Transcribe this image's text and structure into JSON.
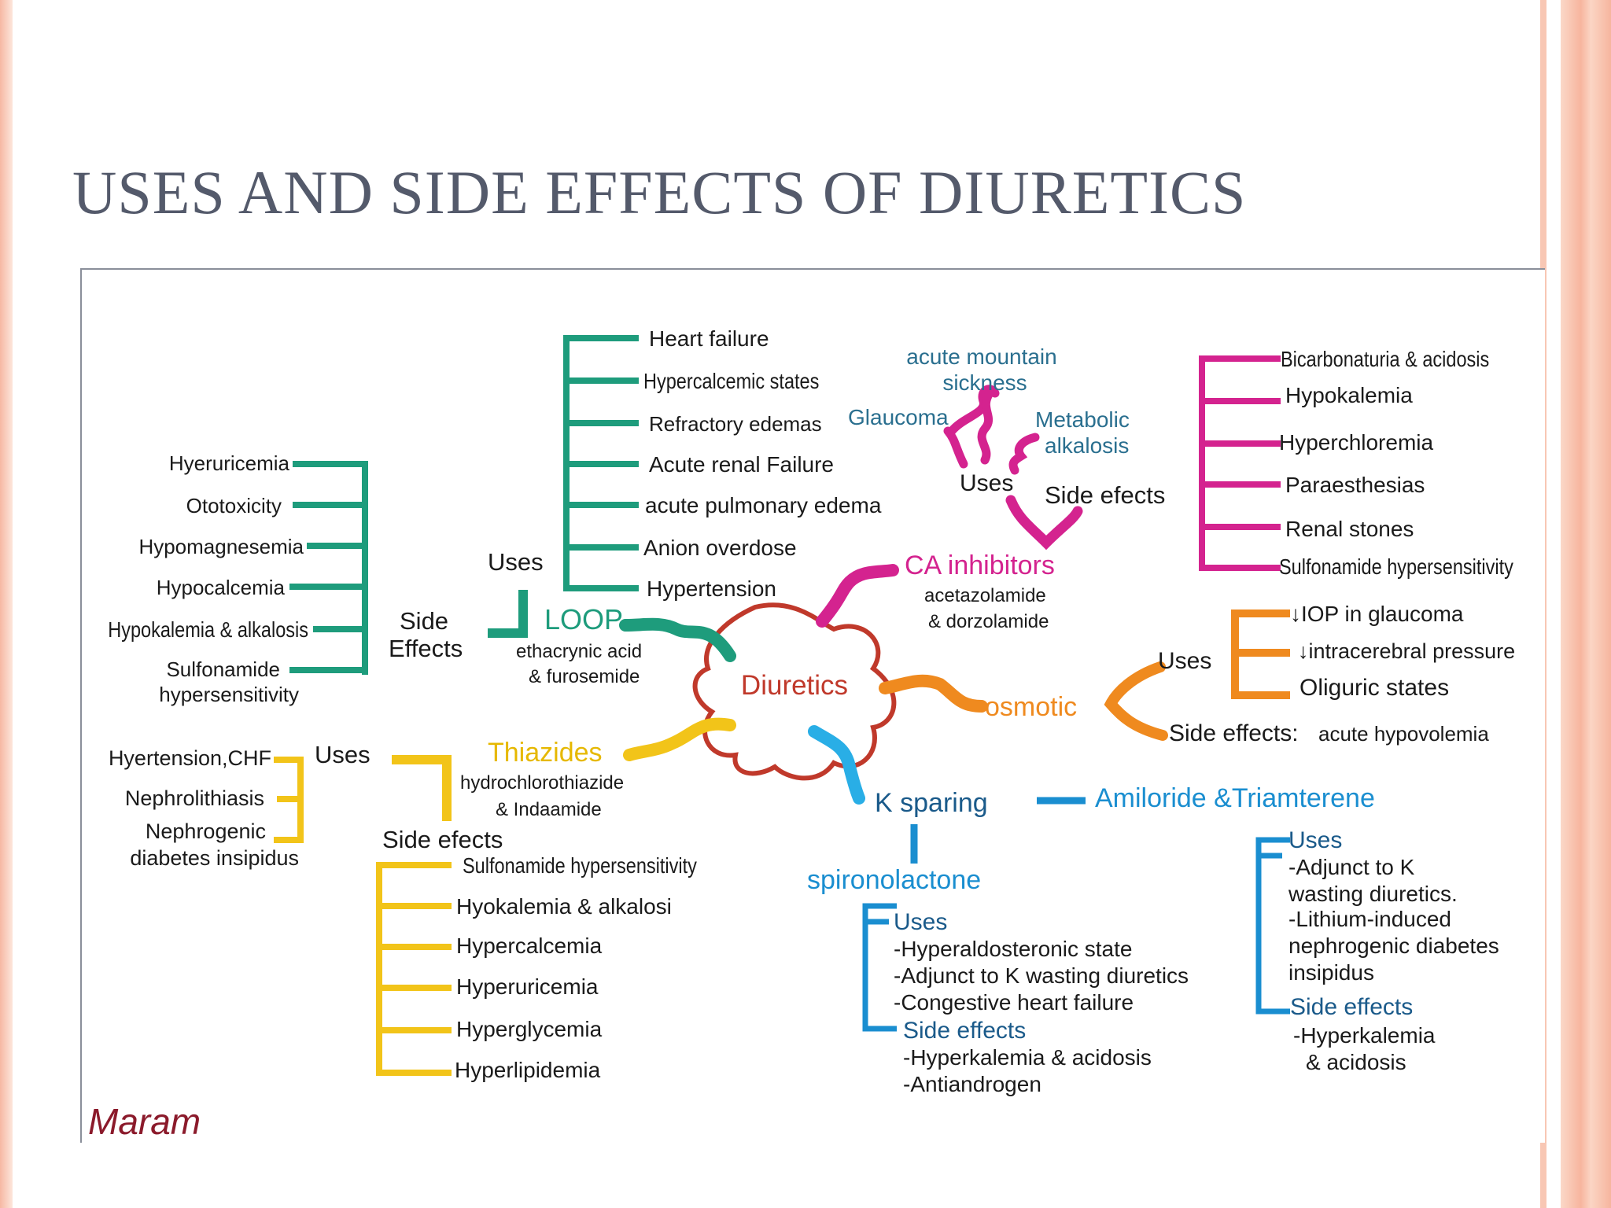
{
  "title": "USES AND SIDE EFFECTS OF DIURETICS",
  "colors": {
    "loop": "#1e9c7c",
    "ca": "#d4238f",
    "osmotic": "#ef8a1f",
    "thiazide": "#f2c419",
    "ksparing": "#1a8ed0",
    "center": "#c0392b",
    "text": "#1a1a1a",
    "teal_text": "#2a6f8f"
  },
  "center": {
    "label": "Diuretics"
  },
  "loop": {
    "name": "LOOP",
    "drugs_line1": "ethacrynic acid",
    "drugs_line2": "& furosemide",
    "uses_label": "Uses",
    "uses": [
      "Heart failure",
      "Hypercalcemic states",
      "Refractory edemas",
      "Acute renal Failure",
      "acute pulmonary edema",
      "Anion overdose",
      "Hypertension"
    ],
    "side_label_line1": "Side",
    "side_label_line2": "Effects",
    "side_effects": [
      "Hyeruricemia",
      "Ototoxicity",
      "Hypomagnesemia",
      "Hypocalcemia",
      "Hypokalemia & alkalosis",
      "Sulfonamide",
      "hypersensitivity"
    ]
  },
  "ca": {
    "name": "CA inhibitors",
    "drugs_line1": "acetazolamide",
    "drugs_line2": "& dorzolamide",
    "uses_label": "Uses",
    "uses_acute_1": "acute mountain",
    "uses_acute_2": "sickness",
    "uses_glaucoma": "Glaucoma",
    "uses_metabolic_1": "Metabolic",
    "uses_metabolic_2": "alkalosis",
    "side_label": "Side efects",
    "side_effects": [
      "Bicarbonaturia & acidosis",
      "Hypokalemia",
      "Hyperchloremia",
      "Paraesthesias",
      "Renal stones",
      "Sulfonamide hypersensitivity"
    ]
  },
  "osmotic": {
    "name": "osmotic",
    "uses_label": "Uses",
    "uses": [
      "↓IOP in glaucoma",
      "↓intracerebral pressure",
      "Oliguric states"
    ],
    "side_label": "Side effects:",
    "side_value": "acute hypovolemia"
  },
  "thiazides": {
    "name": "Thiazides",
    "drugs_line1": "hydrochlorothiazide",
    "drugs_line2": "& Indaamide",
    "uses_label": "Uses",
    "uses": [
      "Hyertension,CHF",
      "Nephrolithiasis",
      "Nephrogenic",
      "diabetes insipidus"
    ],
    "side_label": "Side efects",
    "side_effects": [
      "Sulfonamide hypersensitivity",
      "Hyokalemia & alkalosi",
      "Hypercalcemia",
      "Hyperuricemia",
      "Hyperglycemia",
      "Hyperlipidemia"
    ]
  },
  "ksparing": {
    "name": "K sparing",
    "amiloride": {
      "name": "Amiloride &Triamterene",
      "uses_label": "Uses",
      "uses": [
        "-Adjunct to K",
        "wasting diuretics.",
        "-Lithium-induced",
        "nephrogenic diabetes",
        "insipidus"
      ],
      "side_label": "Side effects",
      "side_effects": [
        "-Hyperkalemia",
        "& acidosis"
      ]
    },
    "spironolactone": {
      "name": "spironolactone",
      "uses_label": "Uses",
      "uses": [
        "-Hyperaldosteronic state",
        "-Adjunct to K wasting diuretics",
        "-Congestive heart failure"
      ],
      "side_label": "Side effects",
      "side_effects": [
        "-Hyperkalemia & acidosis",
        "-Antiandrogen"
      ]
    }
  },
  "signature": "Maram"
}
